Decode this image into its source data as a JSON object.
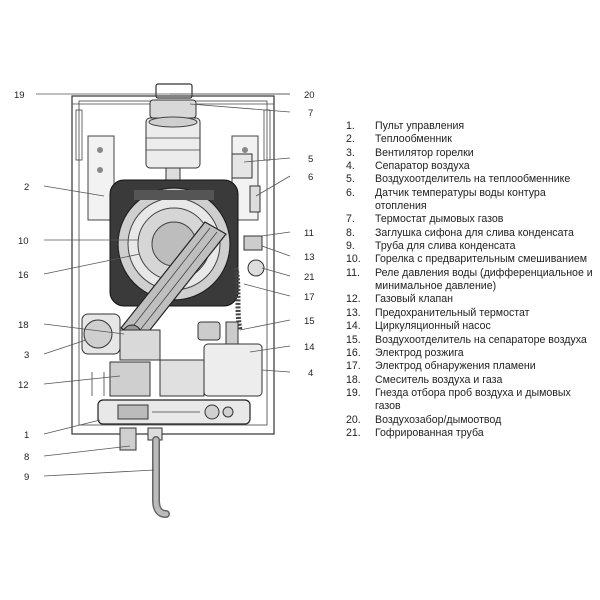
{
  "callouts": {
    "c1": "1",
    "c2": "2",
    "c3": "3",
    "c4": "4",
    "c5": "5",
    "c6": "6",
    "c7": "7",
    "c8": "8",
    "c9": "9",
    "c10": "10",
    "c11": "11",
    "c12": "12",
    "c13": "13",
    "c14": "14",
    "c15": "15",
    "c16": "16",
    "c17": "17",
    "c18": "18",
    "c19": "19",
    "c20": "20",
    "c21": "21"
  },
  "legend": [
    {
      "num": "1.",
      "text": "Пульт управления"
    },
    {
      "num": "2.",
      "text": "Теплообменник"
    },
    {
      "num": "3.",
      "text": "Вентилятор горелки"
    },
    {
      "num": "4.",
      "text": "Сепаратор воздуха"
    },
    {
      "num": "5.",
      "text": "Воздухоотделитель на теплообменнике"
    },
    {
      "num": "6.",
      "text": "Датчик температуры воды контура отопления"
    },
    {
      "num": "7.",
      "text": "Термостат дымовых газов"
    },
    {
      "num": "8.",
      "text": "Заглушка сифона для слива конденсата"
    },
    {
      "num": "9.",
      "text": "Труба для слива конденсата"
    },
    {
      "num": "10.",
      "text": "Горелка с предварительным смешиванием"
    },
    {
      "num": "11.",
      "text": "Реле давления воды (дифференциальное и минимальное давление)"
    },
    {
      "num": "12.",
      "text": "Газовый клапан"
    },
    {
      "num": "13.",
      "text": "Предохранительный термостат"
    },
    {
      "num": "14.",
      "text": "Циркуляционный насос"
    },
    {
      "num": "15.",
      "text": "Воздухоотделитель на сепараторе воздуха"
    },
    {
      "num": "16.",
      "text": "Электрод розжига"
    },
    {
      "num": "17.",
      "text": "Электрод обнаружения пламени"
    },
    {
      "num": "18.",
      "text": "Смеситель воздуха и газа"
    },
    {
      "num": "19.",
      "text": "Гнезда отбора проб воздуха и дымовых газов"
    },
    {
      "num": "20.",
      "text": "Воздухозабор/дымоотвод"
    },
    {
      "num": "21.",
      "text": "Гофрированная труба"
    }
  ]
}
